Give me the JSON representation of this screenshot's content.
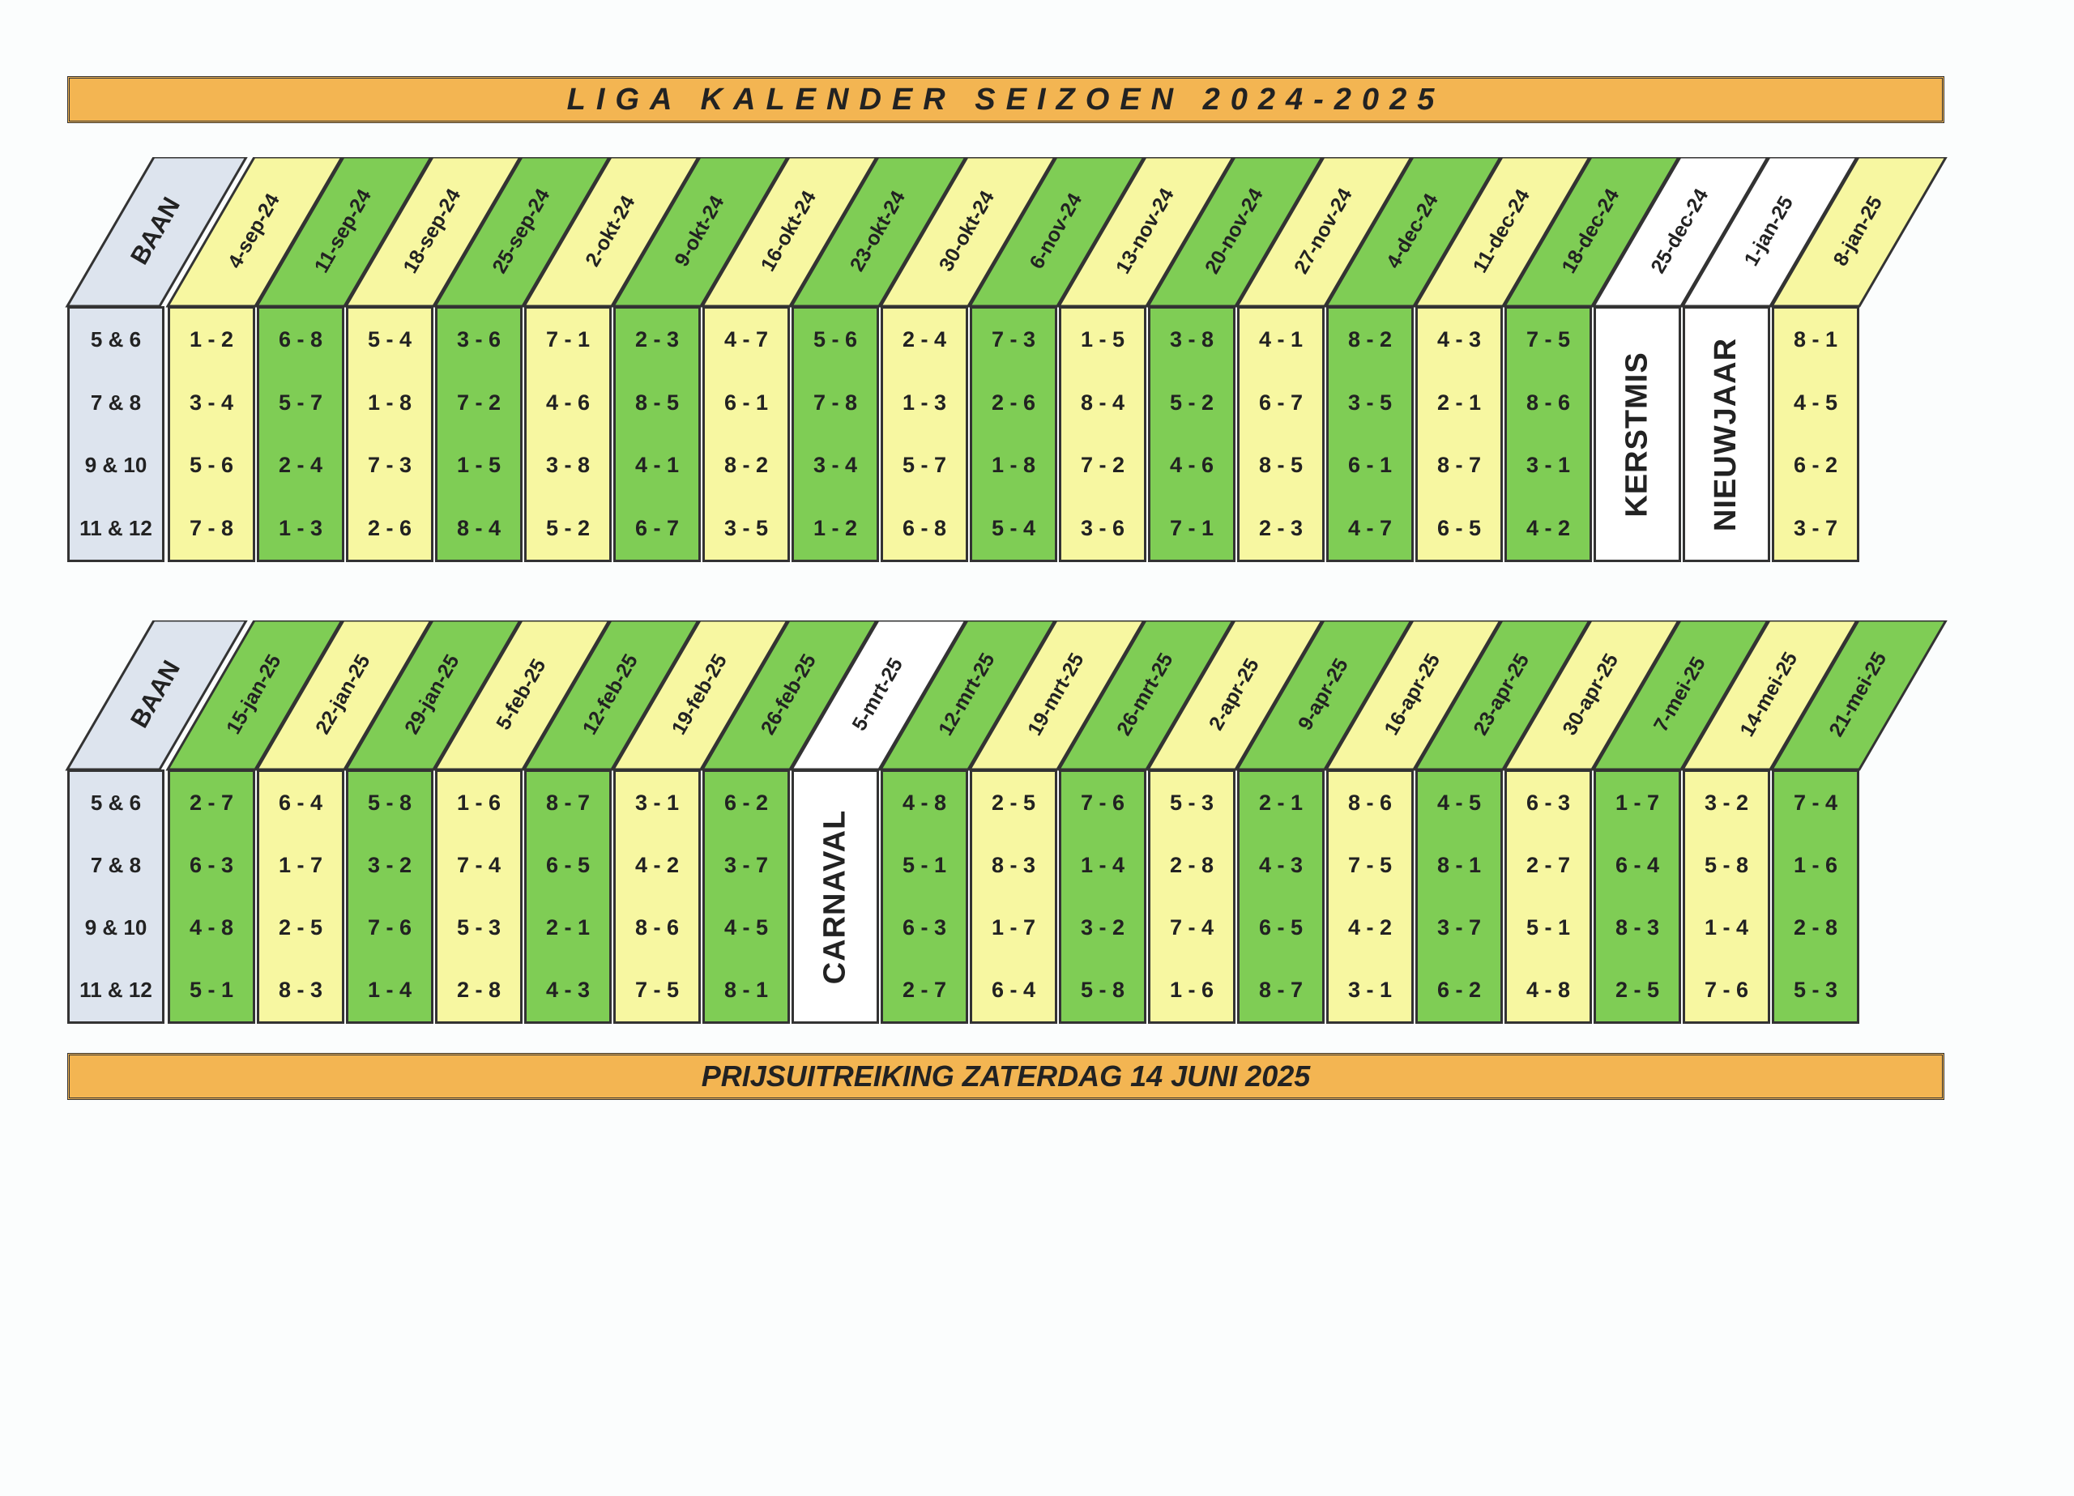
{
  "title": "LIGA KALENDER SEIZOEN 2024-2025",
  "footer": "PRIJSUITREIKING ZATERDAG 14 JUNI 2025",
  "baan_label": "BAAN",
  "baan_rows": [
    "5 & 6",
    "7 & 8",
    "9 & 10",
    "11 & 12"
  ],
  "colors": {
    "yellow": "#f7f7a1",
    "green": "#7fcd55",
    "white": "#ffffff",
    "baan": "#dde4ee",
    "banner": "#f3b552"
  },
  "tables": [
    {
      "columns": [
        {
          "date": "4-sep-24",
          "color": "yellow",
          "matches": [
            "1 - 2",
            "3 - 4",
            "5 - 6",
            "7 - 8"
          ]
        },
        {
          "date": "11-sep-24",
          "color": "green",
          "matches": [
            "6 - 8",
            "5 - 7",
            "2 - 4",
            "1 - 3"
          ]
        },
        {
          "date": "18-sep-24",
          "color": "yellow",
          "matches": [
            "5 - 4",
            "1 - 8",
            "7 - 3",
            "2 - 6"
          ]
        },
        {
          "date": "25-sep-24",
          "color": "green",
          "matches": [
            "3 - 6",
            "7 - 2",
            "1 - 5",
            "8 - 4"
          ]
        },
        {
          "date": "2-okt-24",
          "color": "yellow",
          "matches": [
            "7 - 1",
            "4 - 6",
            "3 - 8",
            "5 - 2"
          ]
        },
        {
          "date": "9-okt-24",
          "color": "green",
          "matches": [
            "2 - 3",
            "8 - 5",
            "4 - 1",
            "6 - 7"
          ]
        },
        {
          "date": "16-okt-24",
          "color": "yellow",
          "matches": [
            "4 - 7",
            "6 - 1",
            "8 - 2",
            "3 - 5"
          ]
        },
        {
          "date": "23-okt-24",
          "color": "green",
          "matches": [
            "5 - 6",
            "7 - 8",
            "3 - 4",
            "1 - 2"
          ]
        },
        {
          "date": "30-okt-24",
          "color": "yellow",
          "matches": [
            "2 - 4",
            "1 - 3",
            "5 - 7",
            "6 - 8"
          ]
        },
        {
          "date": "6-nov-24",
          "color": "green",
          "matches": [
            "7 - 3",
            "2 - 6",
            "1 - 8",
            "5 - 4"
          ]
        },
        {
          "date": "13-nov-24",
          "color": "yellow",
          "matches": [
            "1 - 5",
            "8 - 4",
            "7 - 2",
            "3 - 6"
          ]
        },
        {
          "date": "20-nov-24",
          "color": "green",
          "matches": [
            "3 - 8",
            "5 - 2",
            "4 - 6",
            "7 - 1"
          ]
        },
        {
          "date": "27-nov-24",
          "color": "yellow",
          "matches": [
            "4 - 1",
            "6 - 7",
            "8 - 5",
            "2 - 3"
          ]
        },
        {
          "date": "4-dec-24",
          "color": "green",
          "matches": [
            "8 - 2",
            "3 - 5",
            "6 - 1",
            "4 - 7"
          ]
        },
        {
          "date": "11-dec-24",
          "color": "yellow",
          "matches": [
            "4 - 3",
            "2 - 1",
            "8 - 7",
            "6 - 5"
          ]
        },
        {
          "date": "18-dec-24",
          "color": "green",
          "matches": [
            "7 - 5",
            "8 - 6",
            "3 - 1",
            "4 - 2"
          ]
        },
        {
          "date": "25-dec-24",
          "color": "white",
          "special": "KERSTMIS"
        },
        {
          "date": "1-jan-25",
          "color": "white",
          "special": "NIEUWJAAR"
        },
        {
          "date": "8-jan-25",
          "color": "yellow",
          "matches": [
            "8 - 1",
            "4 - 5",
            "6 - 2",
            "3 - 7"
          ]
        }
      ]
    },
    {
      "columns": [
        {
          "date": "15-jan-25",
          "color": "green",
          "matches": [
            "2 - 7",
            "6 - 3",
            "4 - 8",
            "5 - 1"
          ]
        },
        {
          "date": "22-jan-25",
          "color": "yellow",
          "matches": [
            "6 - 4",
            "1 - 7",
            "2 - 5",
            "8 - 3"
          ]
        },
        {
          "date": "29-jan-25",
          "color": "green",
          "matches": [
            "5 - 8",
            "3 - 2",
            "7 - 6",
            "1 - 4"
          ]
        },
        {
          "date": "5-feb-25",
          "color": "yellow",
          "matches": [
            "1 - 6",
            "7 - 4",
            "5 - 3",
            "2 - 8"
          ]
        },
        {
          "date": "12-feb-25",
          "color": "green",
          "matches": [
            "8 - 7",
            "6 - 5",
            "2 - 1",
            "4 - 3"
          ]
        },
        {
          "date": "19-feb-25",
          "color": "yellow",
          "matches": [
            "3 - 1",
            "4 - 2",
            "8 - 6",
            "7 - 5"
          ]
        },
        {
          "date": "26-feb-25",
          "color": "green",
          "matches": [
            "6 - 2",
            "3 - 7",
            "4 - 5",
            "8 - 1"
          ]
        },
        {
          "date": "5-mrt-25",
          "color": "white",
          "special": "CARNAVAL"
        },
        {
          "date": "12-mrt-25",
          "color": "green",
          "matches": [
            "4 - 8",
            "5 - 1",
            "6 - 3",
            "2 - 7"
          ]
        },
        {
          "date": "19-mrt-25",
          "color": "yellow",
          "matches": [
            "2 - 5",
            "8 - 3",
            "1 - 7",
            "6 - 4"
          ]
        },
        {
          "date": "26-mrt-25",
          "color": "green",
          "matches": [
            "7 - 6",
            "1 - 4",
            "3 - 2",
            "5 - 8"
          ]
        },
        {
          "date": "2-apr-25",
          "color": "yellow",
          "matches": [
            "5 - 3",
            "2 - 8",
            "7 - 4",
            "1 - 6"
          ]
        },
        {
          "date": "9-apr-25",
          "color": "green",
          "matches": [
            "2 - 1",
            "4 - 3",
            "6 - 5",
            "8 - 7"
          ]
        },
        {
          "date": "16-apr-25",
          "color": "yellow",
          "matches": [
            "8 - 6",
            "7 - 5",
            "4 - 2",
            "3 - 1"
          ]
        },
        {
          "date": "23-apr-25",
          "color": "green",
          "matches": [
            "4 - 5",
            "8 - 1",
            "3 - 7",
            "6 - 2"
          ]
        },
        {
          "date": "30-apr-25",
          "color": "yellow",
          "matches": [
            "6 - 3",
            "2 - 7",
            "5 - 1",
            "4 - 8"
          ]
        },
        {
          "date": "7-mei-25",
          "color": "green",
          "matches": [
            "1 - 7",
            "6 - 4",
            "8 - 3",
            "2 - 5"
          ]
        },
        {
          "date": "14-mei-25",
          "color": "yellow",
          "matches": [
            "3 - 2",
            "5 - 8",
            "1 - 4",
            "7 - 6"
          ]
        },
        {
          "date": "21-mei-25",
          "color": "green",
          "matches": [
            "7 - 4",
            "1 - 6",
            "2 - 8",
            "5 - 3"
          ]
        }
      ]
    }
  ]
}
